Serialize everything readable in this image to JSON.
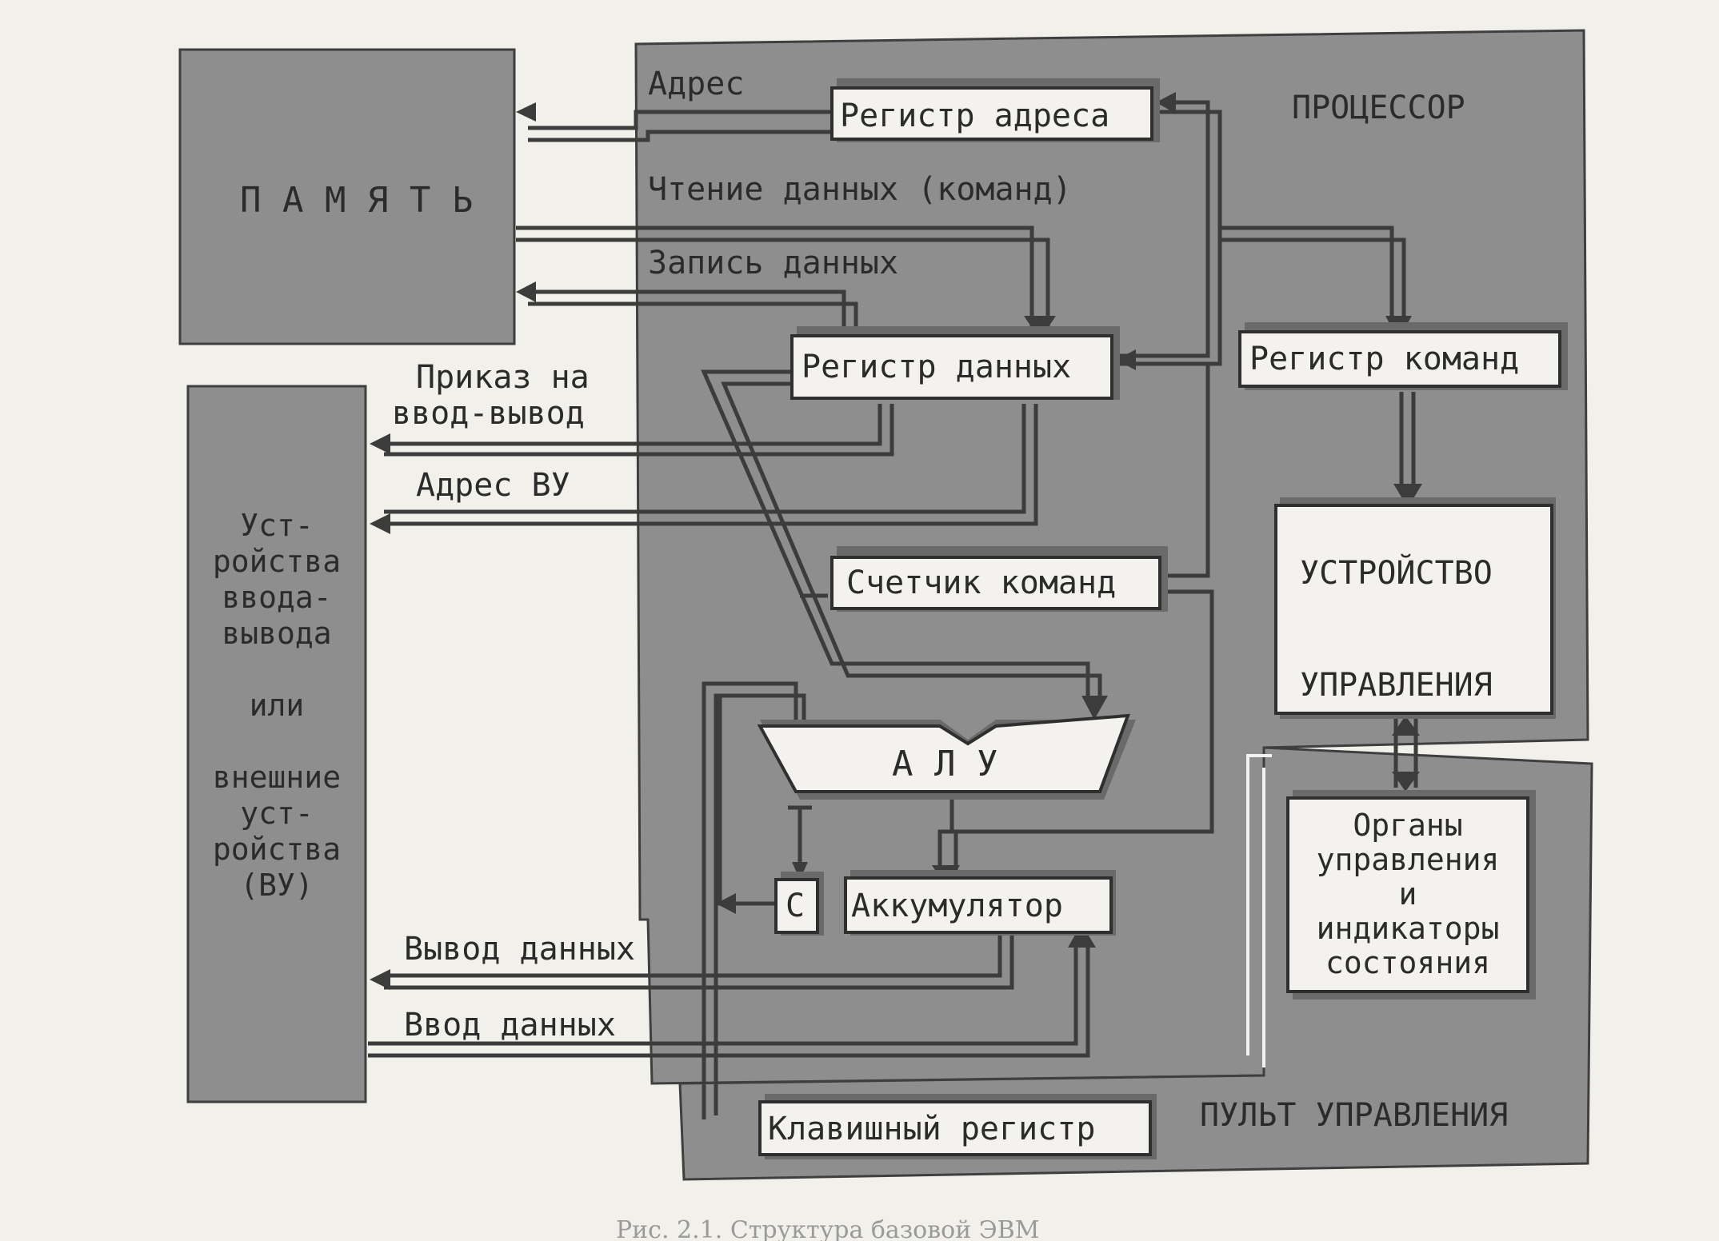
{
  "blocks": {
    "memory": "П А М Я Т Ь",
    "io_lines": [
      "Уст-",
      "ройства",
      "ввода-",
      "вывода",
      "",
      "или",
      "",
      "внешние",
      "уст-",
      "ройства",
      "(ВУ)"
    ],
    "processor": "ПРОЦЕССОР",
    "address_register": "Регистр адреса",
    "data_register": "Регистр данных",
    "command_register": "Регистр команд",
    "control_unit_line1": "УСТРОЙСТВО",
    "control_unit_line2": "УПРАВЛЕНИЯ",
    "program_counter": "Счетчик команд",
    "alu": "А Л У",
    "carry": "С",
    "accumulator": "Аккумулятор",
    "controls_lines": [
      "Органы",
      "управления",
      "и",
      "индикаторы",
      "состояния"
    ],
    "control_panel": "ПУЛЬТ УПРАВЛЕНИЯ",
    "key_register": "Клавишный регистр"
  },
  "signals": {
    "address": "Адрес",
    "read_data": "Чтение данных (команд)",
    "write_data": "Запись данных",
    "io_order_line1": "Приказ на",
    "io_order_line2": "ввод-вывод",
    "io_address": "Адрес ВУ",
    "data_output": "Вывод данных",
    "data_input": "Ввод данных"
  },
  "caption": "Рис. 2.1. Структура базовой ЭВМ"
}
